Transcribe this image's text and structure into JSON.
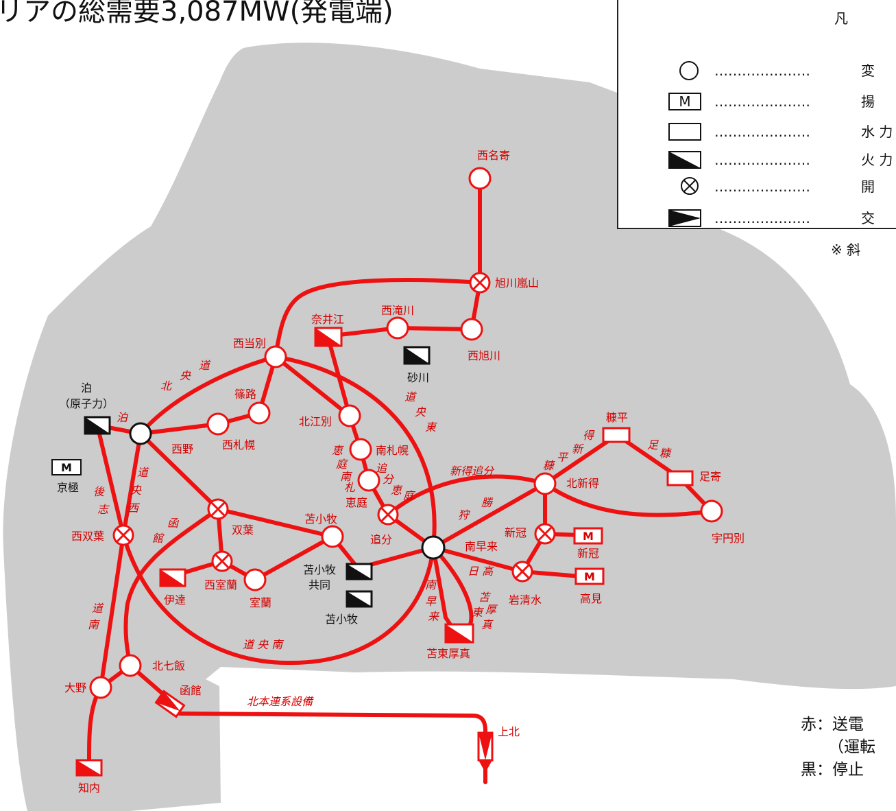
{
  "title": "リアの総需要3,087MW(発電端)",
  "colors": {
    "line": "#ee1111",
    "label": "#d40000",
    "land": "#cccccc",
    "black": "#111111"
  },
  "legend": {
    "header": "凡",
    "dots": "…………………",
    "items": [
      {
        "icon": "substation-circle-icon",
        "text": "変"
      },
      {
        "icon": "pumped-storage-M-icon",
        "text": "揚",
        "mark": "M"
      },
      {
        "icon": "hydro-rect-icon",
        "text": "水 力"
      },
      {
        "icon": "thermal-half-icon",
        "text": "火 力"
      },
      {
        "icon": "switching-station-icon",
        "text": "開"
      },
      {
        "icon": "ac-dc-converter-icon",
        "text": "交"
      }
    ],
    "note": "※ 斜"
  },
  "note": {
    "line1": "赤：送電",
    "line2": "（運転",
    "line3": "黒：停止"
  },
  "stations": {
    "nishinayoro": "西名寄",
    "asahikawa_arashiyama": "旭川嵐山",
    "nishitakikawa": "西滝川",
    "nishiasahikawa": "西旭川",
    "naie": "奈井江",
    "sunagawa": "砂川",
    "nishitoubetsu": "西当別",
    "tomari": "泊",
    "tomari_sub": "（原子力）",
    "kyogoku_mark": "M",
    "kyogoku": "京極",
    "shinoro": "篠路",
    "kitaebetsu": "北江別",
    "nishino": "西野",
    "nishisapporo": "西札幌",
    "minamisapporo": "南札幌",
    "eniwa": "恵庭",
    "nishifutaba": "西双葉",
    "futaba": "双葉",
    "tomakomai": "苫小牧",
    "oiwake": "追分",
    "minamihayakita": "南早来",
    "tomakomai_kyodo_1": "苫小牧",
    "tomakomai_kyodo_2": "共同",
    "tomakomai_th": "苫小牧",
    "nishimuroran": "西室蘭",
    "muroran": "室蘭",
    "date": "伊達",
    "kitanana": "北七飯",
    "ono": "大野",
    "hakodate": "函館",
    "shiriuchi": "知内",
    "kamikita": "上北",
    "tomatoatsuma": "苫東厚真",
    "nukabira": "糠平",
    "ashoro": "足寄",
    "kitashintoku": "北新得",
    "utanbetsu": "宇円別",
    "shinkappu": "新冠",
    "shinkappu_ps": "新冠",
    "iwashimizu": "岩清水",
    "takami": "高見",
    "m_label": "M"
  },
  "lines": {
    "dochuo_kita": [
      "道",
      "央",
      "北"
    ],
    "dochuo_higashi": [
      "道",
      "央",
      "東"
    ],
    "dochuo_nishi": [
      "道",
      "央",
      "西"
    ],
    "dochuo_minami": "道 央 南",
    "goshi": [
      "後",
      "志"
    ],
    "hakodate_line": [
      "函",
      "館"
    ],
    "donan": [
      "道",
      "南"
    ],
    "tomari_line": "泊",
    "eniwa_minamisapporo": [
      "恵",
      "庭",
      "南",
      "札"
    ],
    "oiwake_eniwa": [
      "追",
      "分",
      "恵",
      "庭"
    ],
    "shintoku_oiwake": "新得追分",
    "kachikari": [
      "狩",
      "勝"
    ],
    "hidaka": "日 高",
    "minamihayakita_line": [
      "南",
      "早",
      "来"
    ],
    "kutou_atsuma": [
      "苫",
      "東",
      "厚",
      "真"
    ],
    "tokushin_nukabira": [
      "得",
      "新",
      "平",
      "糠"
    ],
    "ashoro_nukabira": [
      "足",
      "糠"
    ],
    "hokuhon": "北本連系設備"
  }
}
